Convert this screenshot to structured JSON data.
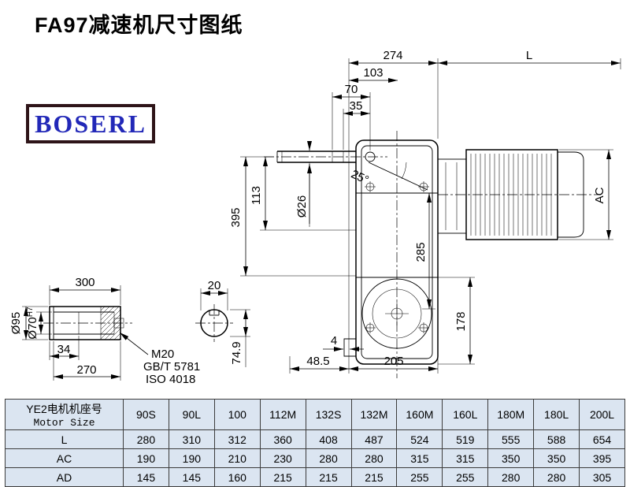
{
  "page": {
    "title": "FA97减速机尺寸图纸",
    "logo": "BOSERL"
  },
  "drawing": {
    "dims": {
      "d274": "274",
      "dL": "L",
      "d103": "103",
      "d70": "70",
      "d35": "35",
      "d25": "25°",
      "d26": "Ø26",
      "d395": "395",
      "d113": "113",
      "d285": "285",
      "dAC": "AC",
      "d178": "178",
      "d4": "4",
      "d48_5": "48.5",
      "d205": "205",
      "d300": "300",
      "d20": "20",
      "d34": "34",
      "d270": "270",
      "d95": "Ø95",
      "d70h7_base": "Ø70",
      "d70h7_sup": "H7",
      "dM20": "M20",
      "dGB": "GB/T 5781",
      "dISO": "ISO 4018",
      "d74_9": "74.9"
    }
  },
  "table": {
    "header_cn": "YE2电机机座号",
    "header_en": "Motor Size",
    "columns": [
      "90S",
      "90L",
      "100",
      "112M",
      "132S",
      "132M",
      "160M",
      "160L",
      "180M",
      "180L",
      "200L"
    ],
    "rows": [
      {
        "label": "L",
        "values": [
          "280",
          "310",
          "312",
          "360",
          "408",
          "487",
          "524",
          "519",
          "555",
          "588",
          "654"
        ]
      },
      {
        "label": "AC",
        "values": [
          "190",
          "190",
          "210",
          "230",
          "280",
          "280",
          "315",
          "315",
          "350",
          "350",
          "395"
        ]
      },
      {
        "label": "AD",
        "values": [
          "145",
          "145",
          "160",
          "215",
          "215",
          "215",
          "255",
          "255",
          "280",
          "280",
          "305"
        ]
      }
    ]
  }
}
